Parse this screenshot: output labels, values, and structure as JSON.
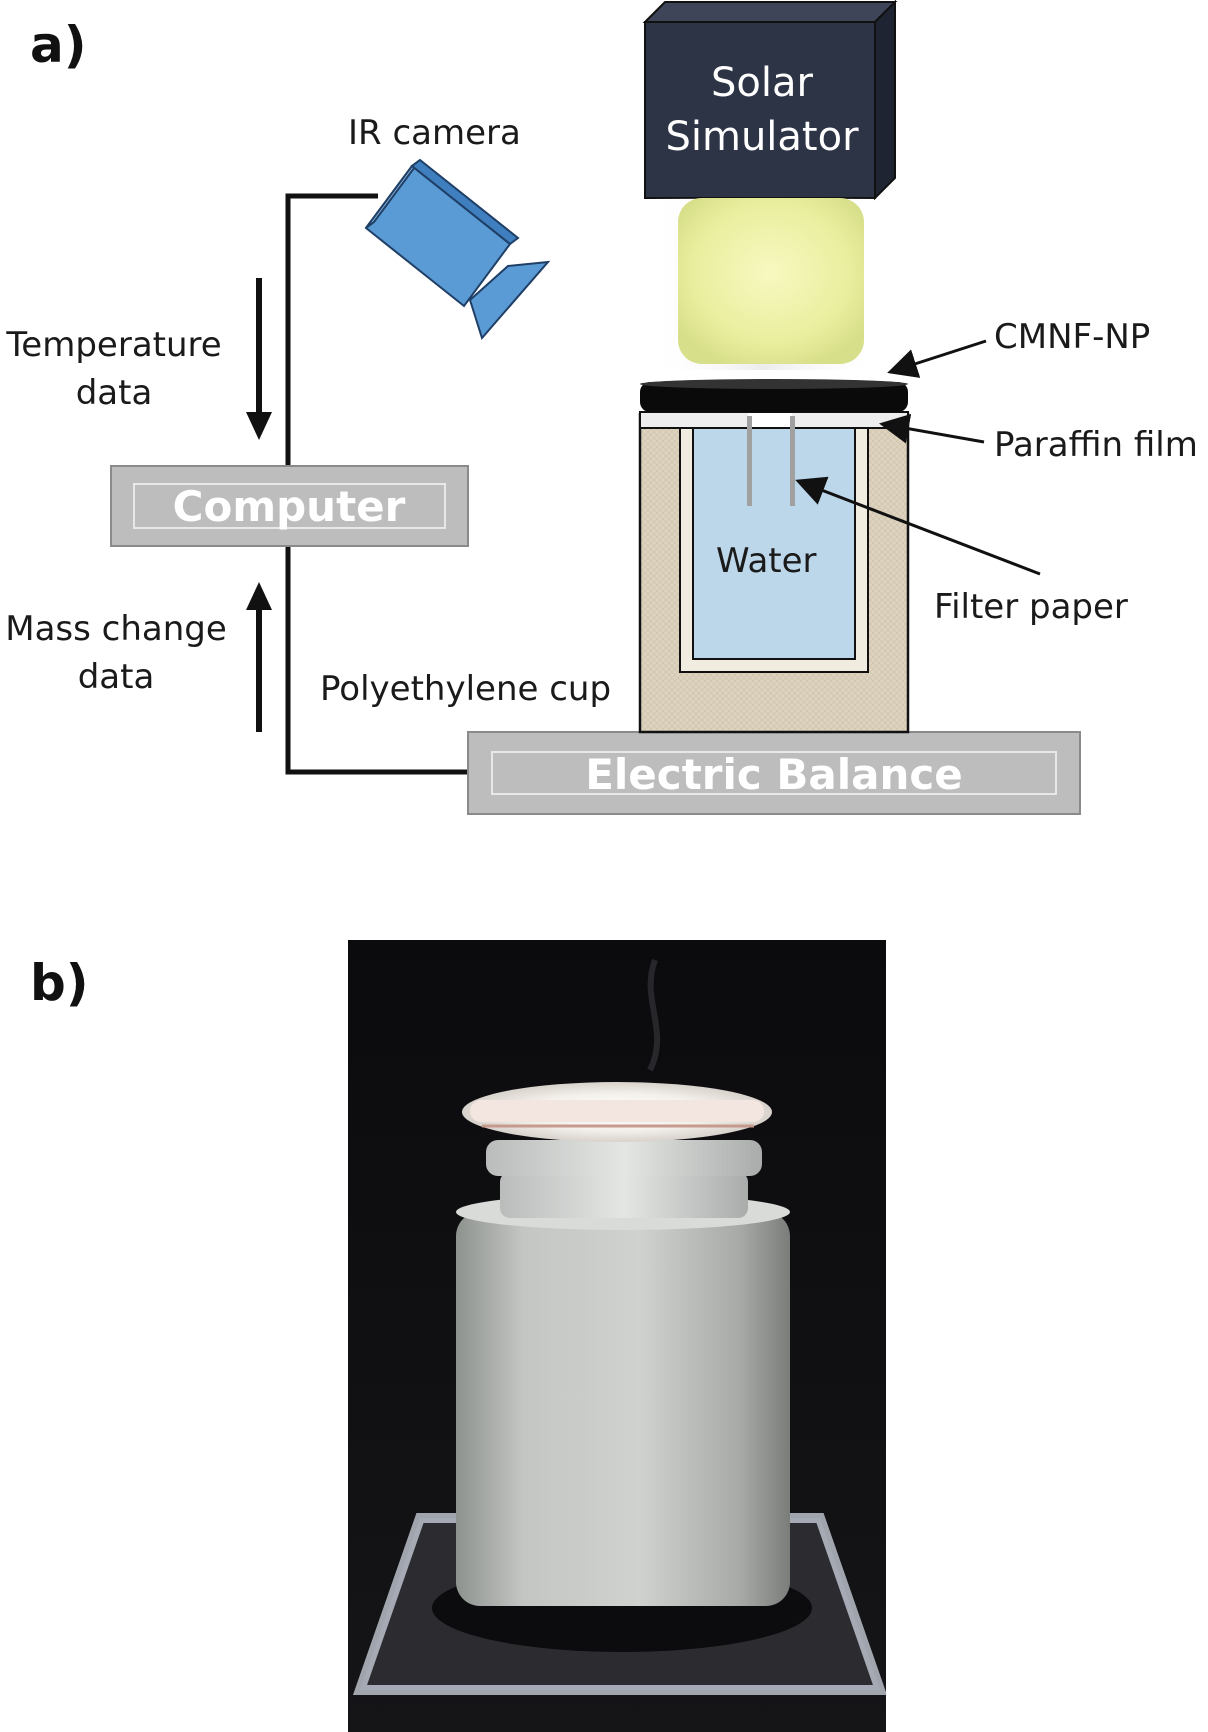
{
  "panel_a": {
    "label": "a)",
    "solar_simulator": {
      "line1": "Solar",
      "line2": "Simulator"
    },
    "ir_camera": "IR camera",
    "temperature_data": {
      "line1": "Temperature",
      "line2": "data"
    },
    "computer": "Computer",
    "mass_change_data": {
      "line1": "Mass change",
      "line2": "data"
    },
    "cmnf_np": "CMNF-NP",
    "paraffin_film": "Paraffin film",
    "water": "Water",
    "filter_paper": "Filter paper",
    "polyethylene_cup": "Polyethylene cup",
    "electric_balance": "Electric Balance"
  },
  "panel_b": {
    "label": "b)"
  },
  "colors": {
    "solar_box": "#2d3446",
    "light_beam": "#eef2a8",
    "camera": "#5b9bd5",
    "gray_box": "#bdbdbd",
    "insulation": "#ddd3bf",
    "water": "#bcd6ea"
  }
}
